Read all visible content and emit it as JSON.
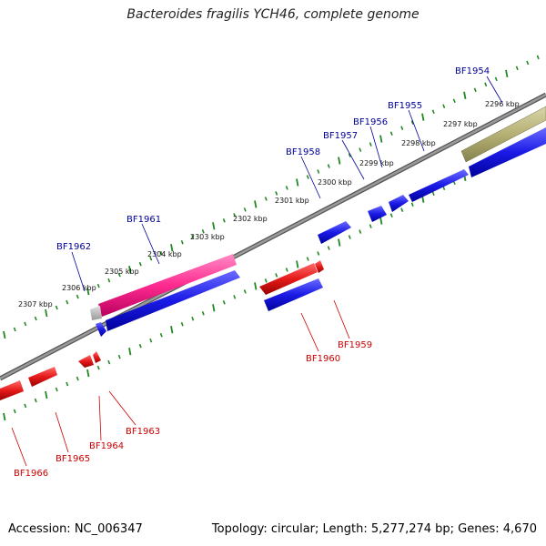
{
  "title": "Bacteroides fragilis YCH46, complete genome",
  "footer": {
    "accession": "Accession: NC_006347",
    "summary": "Topology: circular; Length: 5,277,274 bp; Genes: 4,670"
  },
  "colors": {
    "forward_gene": "#1a1ae6",
    "reverse_gene": "#e61a1a",
    "label_forward": "#000099",
    "label_reverse": "#cc0000",
    "highlight_gene": "#ff2a90",
    "olive_gene": "#b5b074",
    "grey_gene": "#b3b3b3",
    "backbone": "#808080",
    "ticks": "#228822"
  },
  "scale": {
    "unit": "kbp",
    "ticks": [
      "2296 kbp",
      "2297 kbp",
      "2298 kbp",
      "2299 kbp",
      "2300 kbp",
      "2301 kbp",
      "2302 kbp",
      "2303 kbp",
      "2304 kbp",
      "2305 kbp",
      "2306 kbp",
      "2307 kbp"
    ]
  },
  "genes": {
    "forward_labels": [
      "BF1954",
      "BF1955",
      "BF1956",
      "BF1957",
      "BF1958",
      "BF1961",
      "BF1962"
    ],
    "reverse_labels": [
      "BF1959",
      "BF1960",
      "BF1963",
      "BF1964",
      "BF1965",
      "BF1966"
    ]
  }
}
